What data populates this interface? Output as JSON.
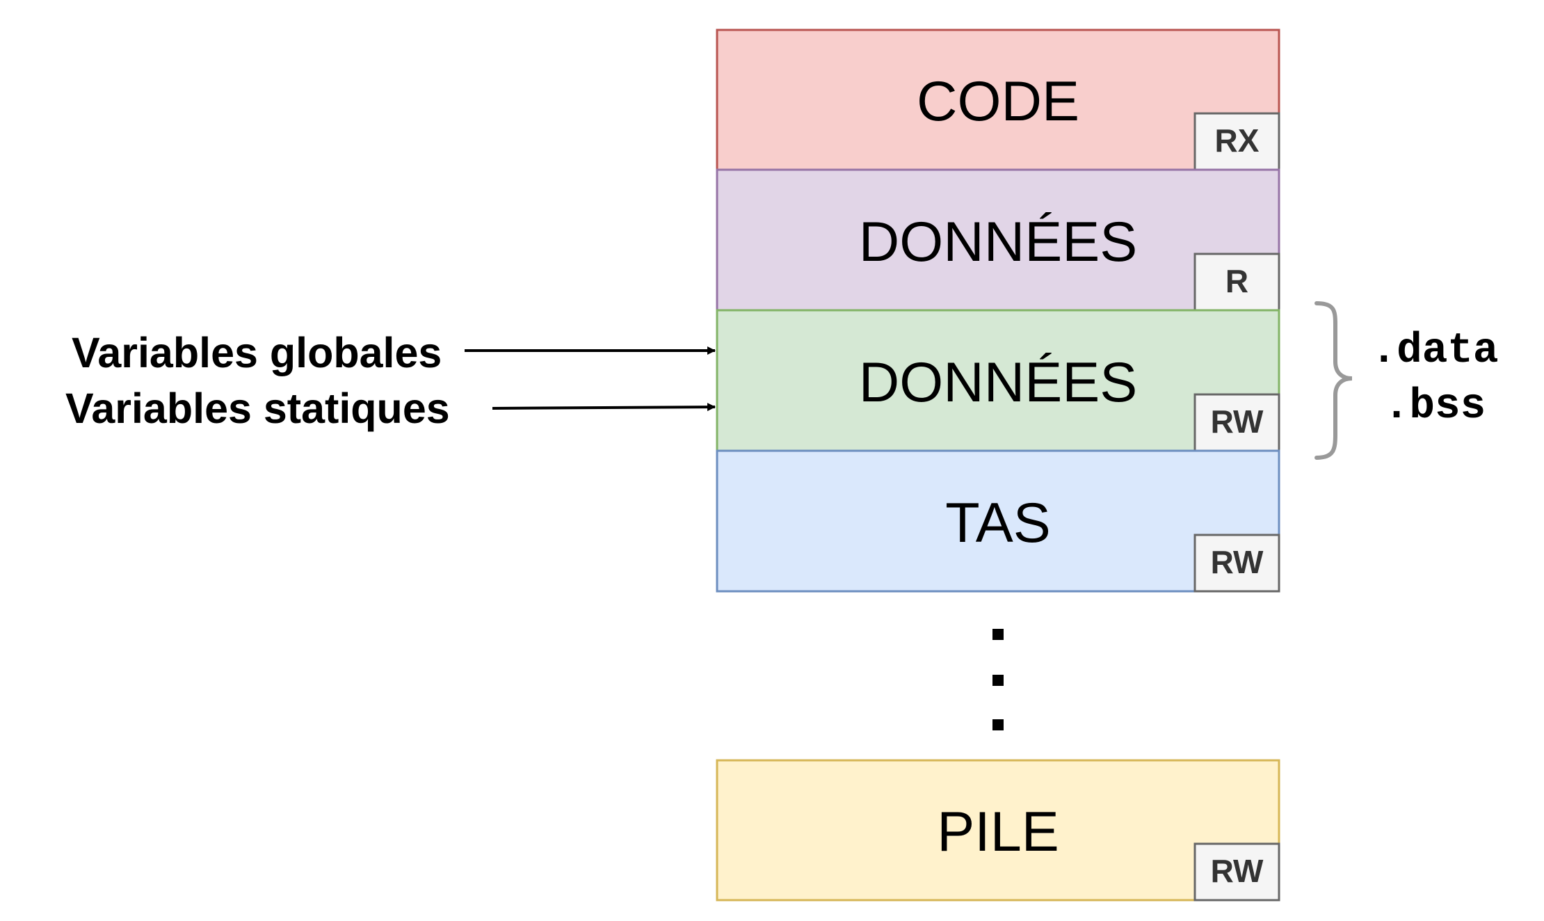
{
  "segments": [
    {
      "label": "CODE",
      "permission": "RX",
      "fill": "#f8cecc",
      "stroke": "#b85450"
    },
    {
      "label": "DONNÉES",
      "permission": "R",
      "fill": "#e1d5e7",
      "stroke": "#9673a6"
    },
    {
      "label": "DONNÉES",
      "permission": "RW",
      "fill": "#d5e8d4",
      "stroke": "#82b366"
    },
    {
      "label": "TAS",
      "permission": "RW",
      "fill": "#dae8fc",
      "stroke": "#6c8ebf"
    },
    {
      "label": "PILE",
      "permission": "RW",
      "fill": "#fff2cc",
      "stroke": "#d6b656"
    }
  ],
  "annotations": {
    "left_labels": [
      "Variables globales",
      "Variables statiques"
    ],
    "right_labels": [
      ".data",
      ".bss"
    ],
    "brace_color": "#999999",
    "permission_box_fill": "#f5f5f5",
    "permission_box_stroke": "#666666"
  }
}
